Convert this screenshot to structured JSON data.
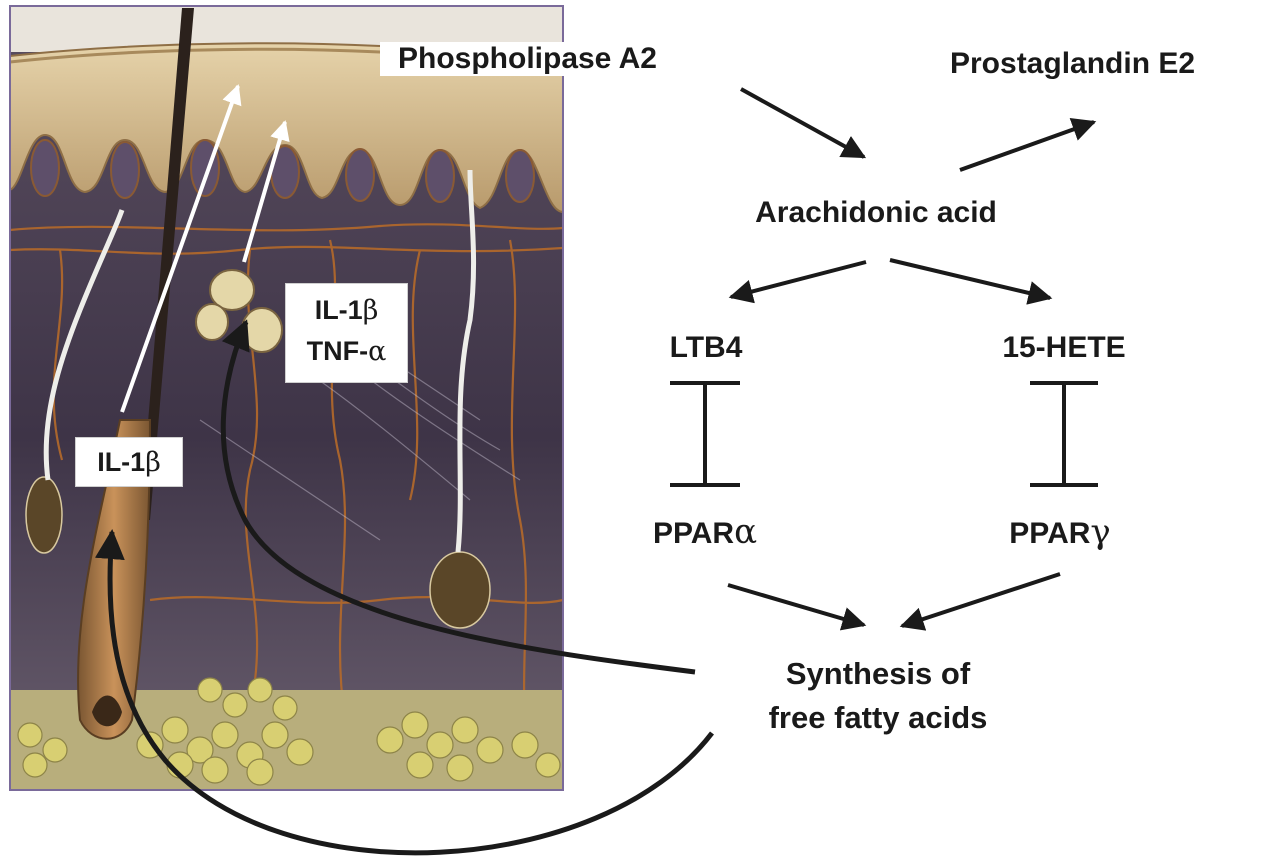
{
  "pathway": {
    "phospholipase": "Phospholipase A2",
    "prostaglandin": "Prostaglandin E2",
    "arachidonic": "Arachidonic acid",
    "ltb4": "LTB4",
    "hete": "15-HETE",
    "ppar_alpha": {
      "prefix": "PPAR",
      "symbol": "α"
    },
    "ppar_gamma": {
      "prefix": "PPAR",
      "symbol": "γ"
    },
    "synthesis_line1": "Synthesis of",
    "synthesis_line2": "free fatty acids"
  },
  "illustration": {
    "box_top": {
      "line1_prefix": "IL-1",
      "line1_symbol": "β",
      "line2_prefix": "TNF-",
      "line2_symbol": "α"
    },
    "box_left": {
      "prefix": "IL-1",
      "symbol": "β"
    }
  },
  "colors": {
    "arrow": "#1a1a1a",
    "epidermis": "#cdb48a",
    "dermis": "#4b4052",
    "fat": "#d8cf72",
    "vessels": "#b56a2a",
    "frame": "#7a6a9a"
  }
}
